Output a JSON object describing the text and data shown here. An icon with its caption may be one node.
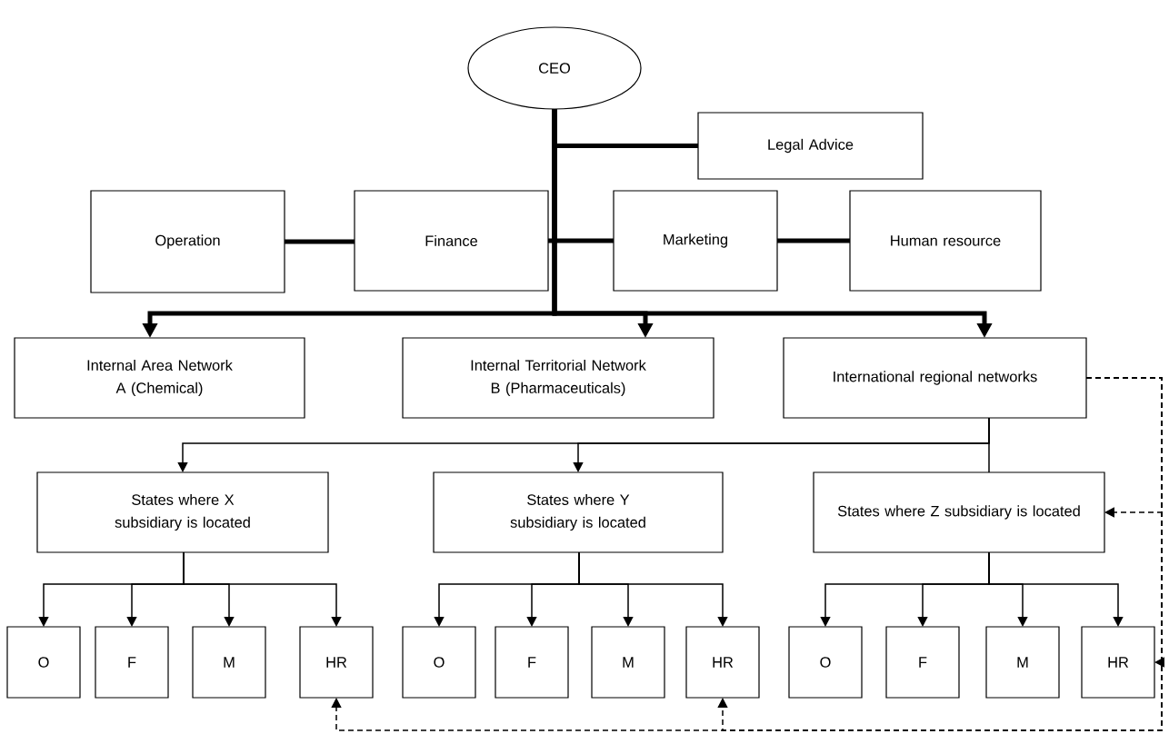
{
  "diagram": {
    "nodes": [
      {
        "text": [
          "CEO"
        ]
      },
      {
        "text": [
          "Legal Advice"
        ]
      },
      {
        "text": [
          "Operation"
        ]
      },
      {
        "text": [
          "Finance"
        ]
      },
      {
        "text": [
          "Marketing"
        ]
      },
      {
        "text": [
          "Human resource"
        ]
      },
      {
        "text": [
          "Internal Area Network A (Chemical)"
        ]
      },
      {
        "text": [
          "Internal Territorial Network B (Pharmaceuticals)"
        ]
      },
      {
        "text": [
          "International regional networks"
        ]
      },
      {
        "text": [
          "States where X subsidiary is located"
        ]
      },
      {
        "text": [
          "States where Y subsidiary is located"
        ]
      },
      {
        "text": [
          "States where Z subsidiary is located"
        ]
      },
      {
        "text": [
          "O"
        ]
      },
      {
        "text": [
          "F"
        ]
      },
      {
        "text": [
          "M"
        ]
      },
      {
        "text": [
          "HR"
        ]
      },
      {
        "text": [
          "O"
        ]
      },
      {
        "text": [
          "F"
        ]
      },
      {
        "text": [
          "M"
        ]
      },
      {
        "text": [
          "HR"
        ]
      },
      {
        "text": [
          "O"
        ]
      },
      {
        "text": [
          "F"
        ]
      },
      {
        "text": [
          "M"
        ]
      },
      {
        "text": [
          "HR"
        ]
      }
    ],
    "edges": [
      {
        "from": 0,
        "to": 1,
        "arrow": "none",
        "style": "thick"
      },
      {
        "from": 0,
        "to": 3,
        "arrow": "none",
        "style": "thick"
      },
      {
        "from": 0,
        "to": 4,
        "arrow": "none",
        "style": "thick"
      },
      {
        "from": 2,
        "to": 3,
        "arrow": "none",
        "style": "thick"
      },
      {
        "from": 4,
        "to": 5,
        "arrow": "none",
        "style": "thick"
      },
      {
        "from": 0,
        "to": 6,
        "arrow": "to",
        "style": "thick"
      },
      {
        "from": 0,
        "to": 7,
        "arrow": "to",
        "style": "thick"
      },
      {
        "from": 0,
        "to": 8,
        "arrow": "to",
        "style": "thick"
      },
      {
        "from": 8,
        "to": 9,
        "arrow": "to"
      },
      {
        "from": 8,
        "to": 10,
        "arrow": "to"
      },
      {
        "from": 8,
        "to": 11,
        "arrow": "none"
      },
      {
        "from": 9,
        "to": 12,
        "arrow": "to"
      },
      {
        "from": 9,
        "to": 13,
        "arrow": "to"
      },
      {
        "from": 9,
        "to": 14,
        "arrow": "to"
      },
      {
        "from": 9,
        "to": 15,
        "arrow": "to"
      },
      {
        "from": 10,
        "to": 16,
        "arrow": "to"
      },
      {
        "from": 10,
        "to": 17,
        "arrow": "to"
      },
      {
        "from": 10,
        "to": 18,
        "arrow": "to"
      },
      {
        "from": 10,
        "to": 19,
        "arrow": "to"
      },
      {
        "from": 11,
        "to": 20,
        "arrow": "to"
      },
      {
        "from": 11,
        "to": 21,
        "arrow": "to"
      },
      {
        "from": 11,
        "to": 22,
        "arrow": "to"
      },
      {
        "from": 11,
        "to": 23,
        "arrow": "to"
      },
      {
        "from": 8,
        "to": 11,
        "arrow": "to",
        "style": "dashed"
      },
      {
        "from": 8,
        "to": 23,
        "arrow": "to",
        "style": "dashed"
      },
      {
        "from": 8,
        "to": 15,
        "arrow": "to",
        "style": "dashed"
      },
      {
        "from": 8,
        "to": 19,
        "arrow": "to",
        "style": "dashed"
      }
    ]
  }
}
